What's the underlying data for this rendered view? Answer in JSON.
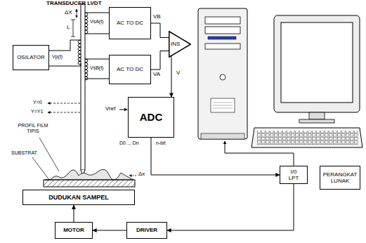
{
  "diagram": {
    "title": "TRANSDUCER LVDT",
    "nodes": [
      {
        "text": [
          "AC TO DC"
        ]
      },
      {
        "text": [
          "OSILATOR"
        ]
      },
      {
        "text": [
          "AC TO DC"
        ]
      },
      {
        "text": [
          "INS"
        ]
      },
      {
        "text": [
          "ADC"
        ]
      },
      {
        "text": [
          "I/0 LPT"
        ]
      },
      {
        "text": [
          "PERANGKAT LUNAK"
        ]
      },
      {
        "text": [
          "DUDUKAN SAMPEL"
        ]
      },
      {
        "text": [
          "MOTOR"
        ]
      },
      {
        "text": [
          "DRIVER"
        ]
      }
    ],
    "edges": [
      {
        "from": 0,
        "to": 3,
        "label": "VB",
        "arrow": "none"
      },
      {
        "from": 2,
        "to": 3,
        "label": "VA",
        "arrow": "none"
      },
      {
        "from": 3,
        "to": 4,
        "label": "V",
        "arrow": "to"
      },
      {
        "from": 4,
        "to": 5,
        "arrow": "to"
      },
      {
        "from": 5,
        "to": 9,
        "arrow": "to"
      },
      {
        "from": 9,
        "to": 8,
        "arrow": "to"
      },
      {
        "from": 8,
        "to": 7,
        "arrow": "to"
      }
    ],
    "labels": [
      "ΔX",
      "L",
      "VsA(t)",
      "Vp(t)",
      "VsB(t)",
      "Y=0",
      "Y=Y1",
      "PROFIL FILM TIPIS",
      "SUBSTRAT",
      "Δx",
      "Vref",
      "D0 ... Dn",
      "n-bit"
    ]
  }
}
